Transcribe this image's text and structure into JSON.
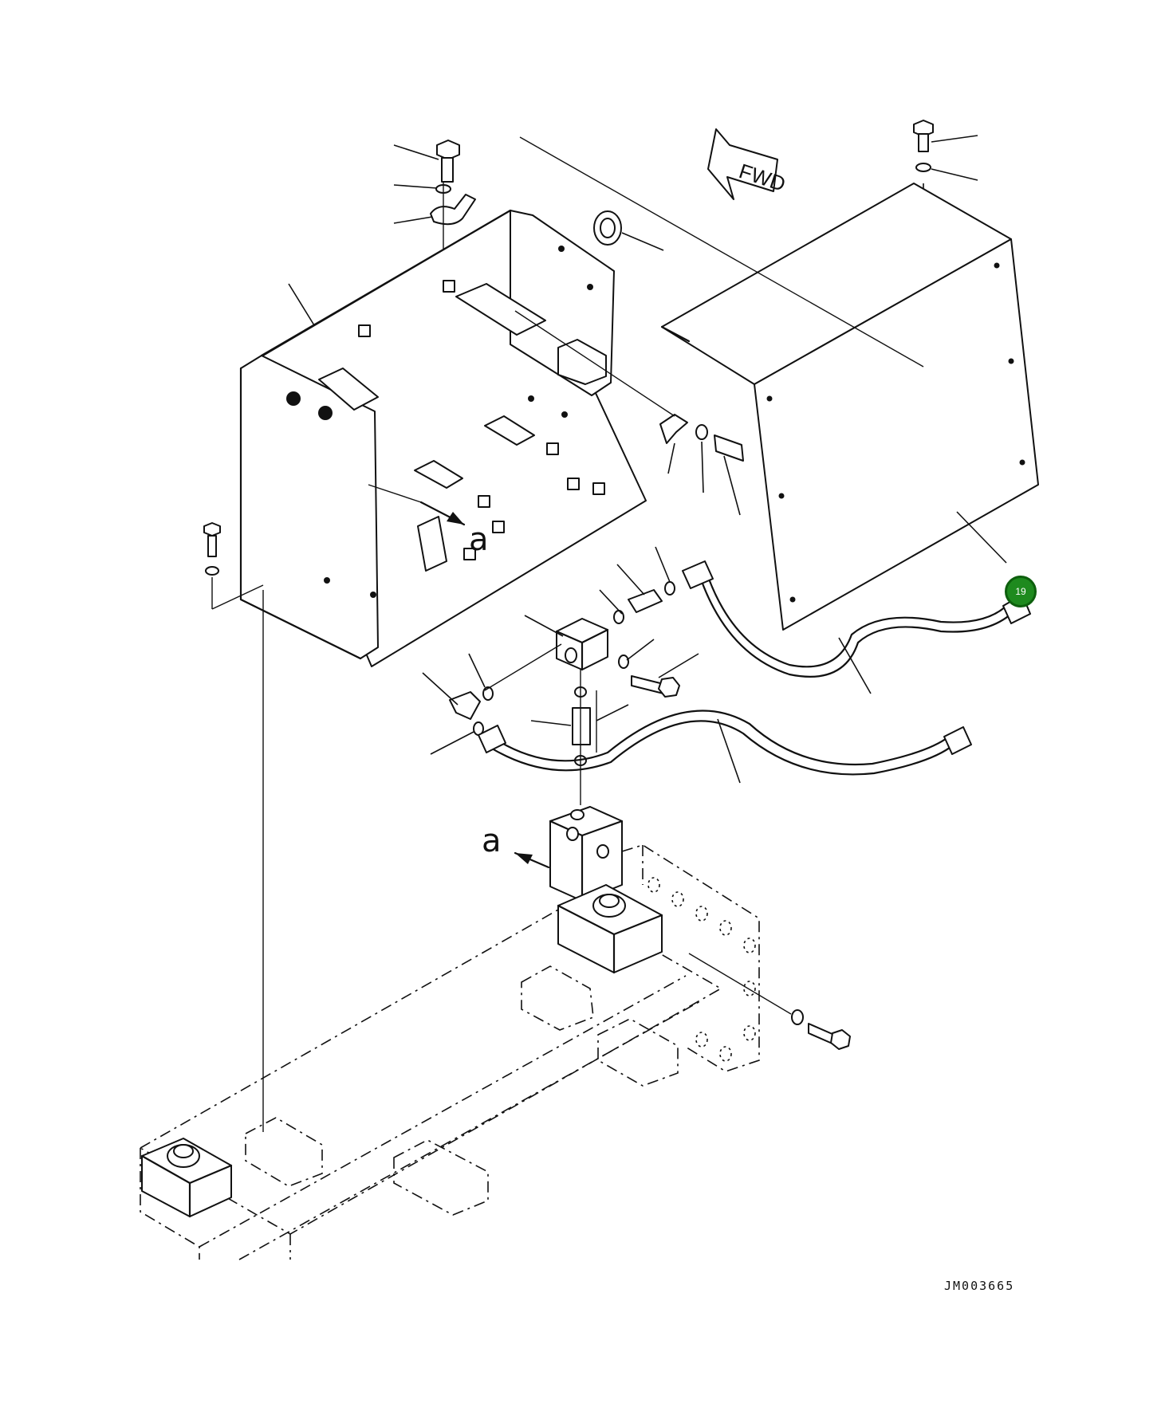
{
  "diagram": {
    "reference_code": "JM003665",
    "direction_label": "FWD",
    "view_letter": "a",
    "callouts": [
      {
        "number": "19",
        "color": "#1e8a1e"
      }
    ]
  }
}
